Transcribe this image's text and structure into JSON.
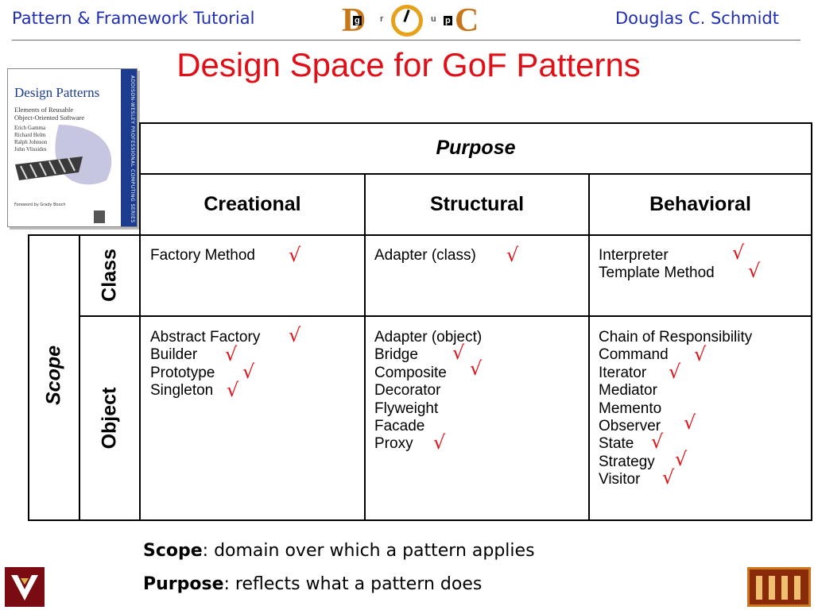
{
  "header": {
    "left": "Pattern & Framework Tutorial",
    "right": "Douglas C. Schmidt",
    "logo_letters": {
      "d": "D",
      "r": "r",
      "o": "O",
      "u": "u",
      "p": "p",
      "c": "C",
      "g": "g"
    }
  },
  "title": "Design Space for GoF Patterns",
  "book": {
    "title": "Design Patterns",
    "subtitle_line1": "Elements of Reusable",
    "subtitle_line2": "Object-Oriented Software",
    "authors": [
      "Erich Gamma",
      "Richard Helm",
      "Ralph Johnson",
      "John Vlissides"
    ],
    "foreword": "Foreword by Grady Booch",
    "spine": "ADDISON-WESLEY PROFESSIONAL COMPUTING SERIES"
  },
  "table": {
    "purpose_label": "Purpose",
    "scope_label": "Scope",
    "columns": [
      "Creational",
      "Structural",
      "Behavioral"
    ],
    "rows": [
      "Class",
      "Object"
    ],
    "cells": {
      "class_creational": [
        "Factory Method"
      ],
      "class_structural": [
        "Adapter (class)"
      ],
      "class_behavioral": [
        "Interpreter",
        "Template Method"
      ],
      "object_creational": [
        "Abstract Factory",
        "Builder",
        "Prototype",
        "Singleton"
      ],
      "object_structural": [
        "Adapter (object)",
        "Bridge",
        "Composite",
        "Decorator",
        "Flyweight",
        "Facade",
        "Proxy"
      ],
      "object_behavioral": [
        "Chain of Responsibility",
        "Command",
        "Iterator",
        "Mediator",
        "Memento",
        "Observer",
        "State",
        "Strategy",
        "Visitor"
      ]
    },
    "check_mark": "√"
  },
  "definitions": {
    "scope_term": "Scope",
    "scope_text": ": domain over which a pattern applies",
    "purpose_term": "Purpose",
    "purpose_text": ": reflects what a pattern does"
  },
  "colors": {
    "header_text": "#1f2fb0",
    "title": "#e01018",
    "check": "#e01018"
  }
}
